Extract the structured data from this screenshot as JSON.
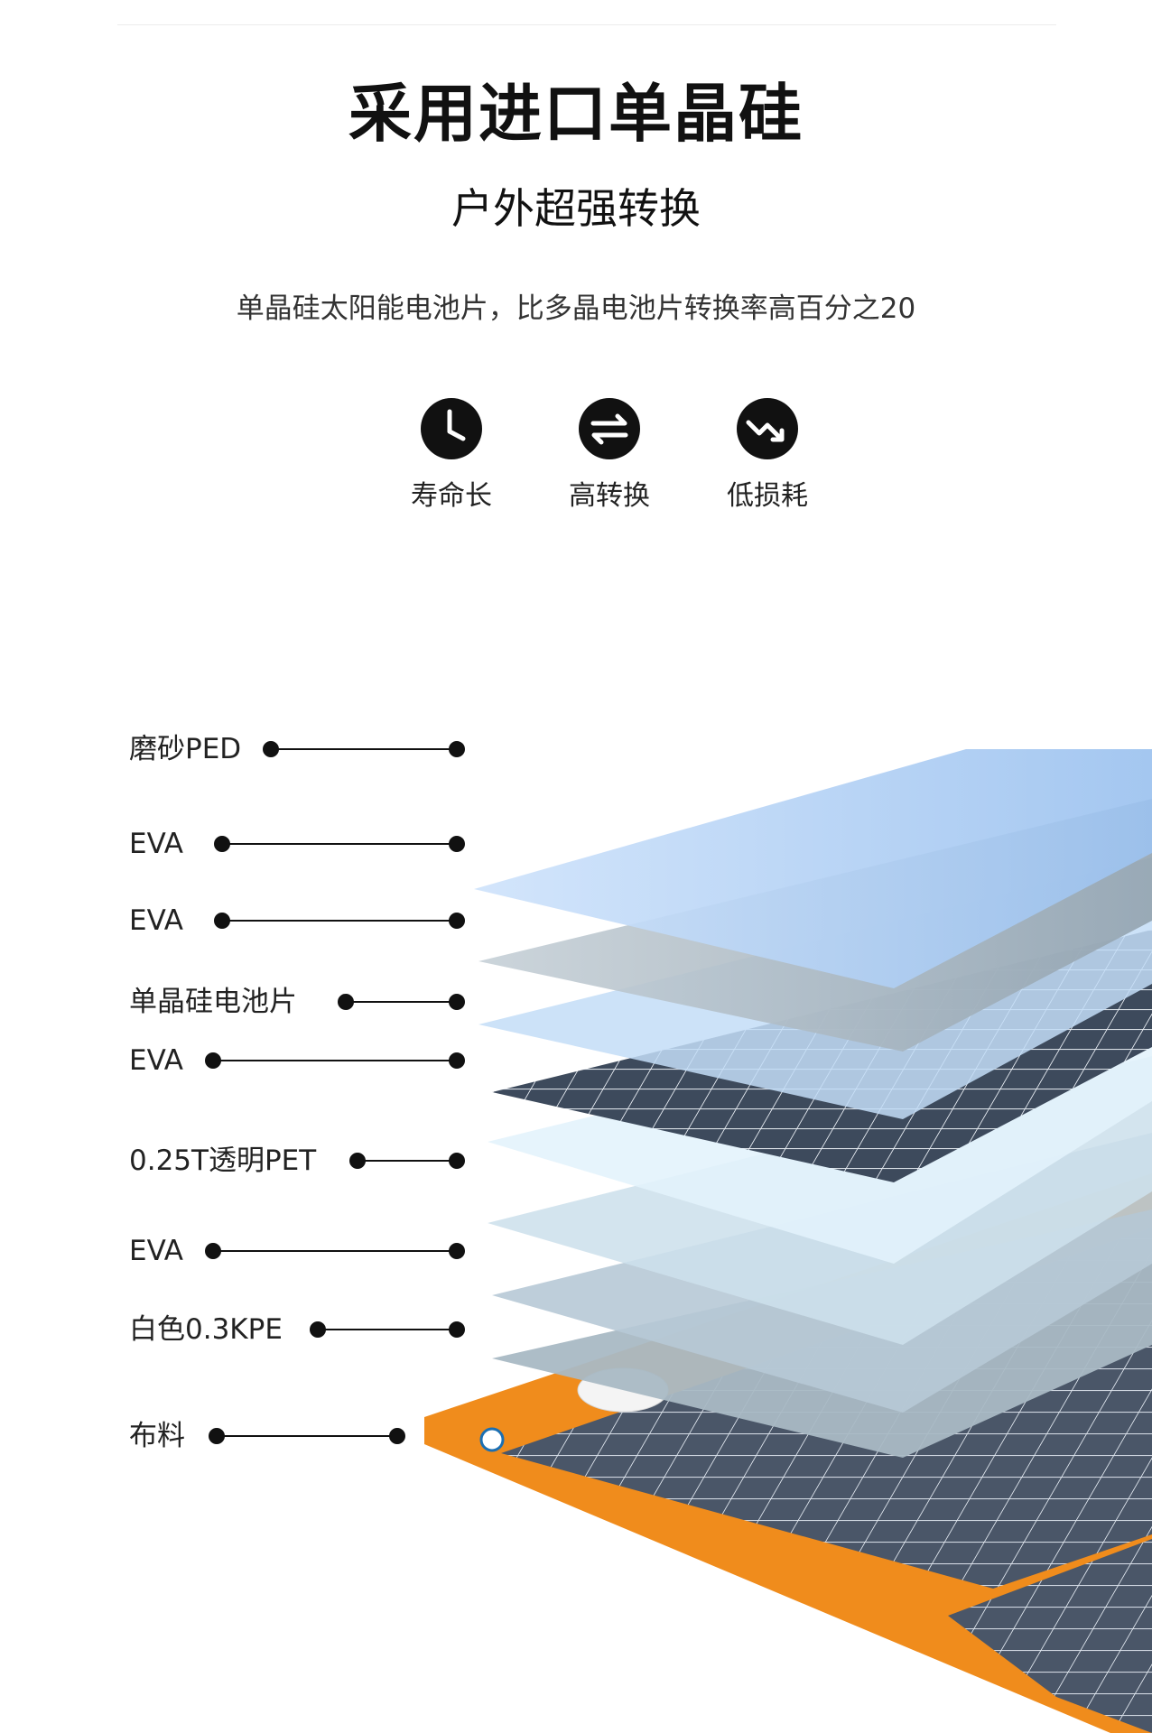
{
  "header": {
    "title": "采用进口单晶硅",
    "subtitle": "户外超强转换",
    "description": "单晶硅太阳能电池片，比多晶电池片转换率高百分之20"
  },
  "features": [
    {
      "icon": "clock-icon",
      "label": "寿命长"
    },
    {
      "icon": "swap-arrows-icon",
      "label": "高转换"
    },
    {
      "icon": "trend-down-icon",
      "label": "低损耗"
    }
  ],
  "layers": [
    {
      "label": "磨砂PED",
      "color": "#a9cdf3"
    },
    {
      "label": "EVA",
      "color": "#a8b7c2"
    },
    {
      "label": "EVA",
      "color": "#c4def8"
    },
    {
      "label": "单晶硅电池片",
      "color": "#3d4a5c"
    },
    {
      "label": "EVA",
      "color": "#dff0fb"
    },
    {
      "label": "0.25T透明PET",
      "color": "#c9dce8"
    },
    {
      "label": "EVA",
      "color": "#b6c9d6"
    },
    {
      "label": "白色0.3KPE",
      "color": "#a7b8c5"
    },
    {
      "label": "布料",
      "color": "#f08c1c"
    }
  ],
  "colors": {
    "accent_orange": "#f08c1c",
    "text_dark": "#111111",
    "icon_bg": "#111111"
  }
}
